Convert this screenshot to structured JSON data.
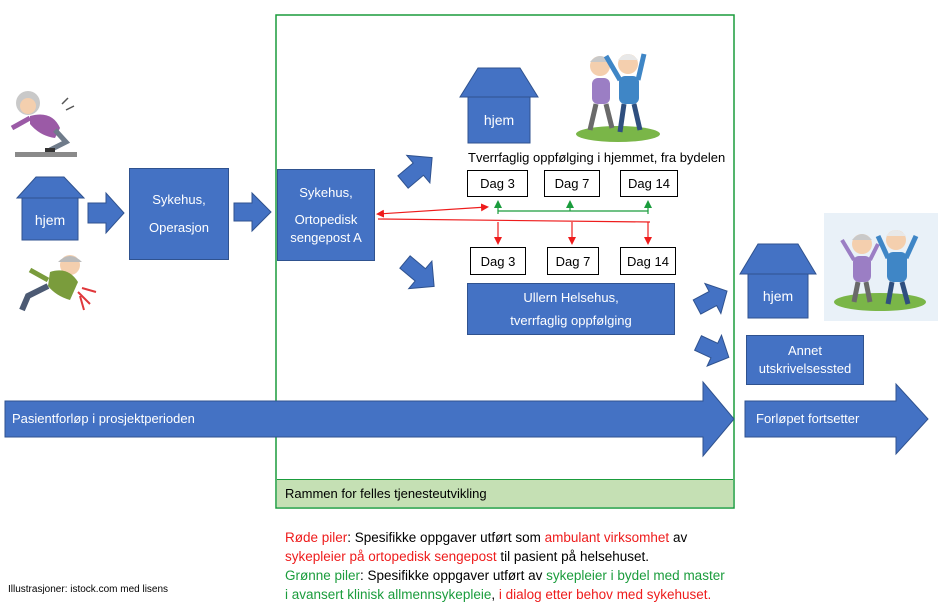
{
  "left_home": "hjem",
  "hospital_operation": [
    "Sykehus,",
    "Operasjon"
  ],
  "ortho_ward": [
    "Sykehus,",
    "Ortopedisk",
    "sengepost A"
  ],
  "top_home": "hjem",
  "home_followup_title": "Tverrfaglig oppfølging i hjemmet, fra bydelen",
  "top_days": [
    "Dag 3",
    "Dag 7",
    "Dag 14"
  ],
  "bottom_days": [
    "Dag 3",
    "Dag 7",
    "Dag 14"
  ],
  "ullern": [
    "Ullern Helsehus,",
    "tverrfaglig oppfølging"
  ],
  "right_home": "hjem",
  "other_discharge": [
    "Annet",
    "utskrivelsessted"
  ],
  "patient_flow": "Pasientforløp i prosjektperioden",
  "continues": "Forløpet fortsetter",
  "frame_label": "Rammen for felles tjenesteutvikling",
  "credits": "Illustrasjoner: istock.com med lisens",
  "legend": {
    "red_title": "Røde piler",
    "red_1": ": Spesifikke oppgaver utført som ",
    "red_2": "ambulant virksomhet",
    "red_3": " av",
    "red_4": "sykepleier på ortopedisk sengepost",
    "red_5": " til pasient på helsehuset.",
    "green_title": "Grønne piler",
    "green_1": ": Spesifikke oppgaver utført av ",
    "green_2": "sykepleier i bydel med master",
    "green_3": "i avansert klinisk allmennsykepleie",
    "green_4": ", ",
    "green_5": "i dialog etter behov med sykehuset."
  },
  "colors": {
    "box_blue": "#4472c4",
    "frame_green": "#1a9c3c",
    "label_green": "#c5e0b4",
    "arrow_red": "#ee1c1c",
    "arrow_green": "#1a9c3c"
  },
  "icons": [
    "elderly-woman-slipping-illustration",
    "elderly-man-fallen-illustration",
    "elderly-couple-exercising-illustration",
    "elderly-couple-celebrating-illustration",
    "house-icon",
    "block-arrow-icon"
  ]
}
